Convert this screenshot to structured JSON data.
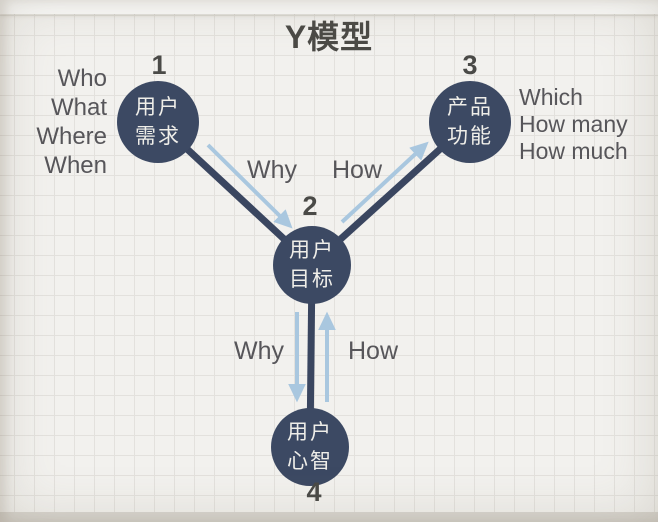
{
  "title": "Y模型",
  "colors": {
    "node": "#3c4963",
    "line": "#3a4660",
    "arrow": "#a9c7df",
    "gray_text": "#57565a",
    "grid_line": "#e3e1dd"
  },
  "nodes": [
    {
      "number": "1",
      "line1": "用户",
      "line2": "需求"
    },
    {
      "number": "2",
      "line1": "用户",
      "line2": "目标"
    },
    {
      "number": "3",
      "line1": "产品",
      "line2": "功能"
    },
    {
      "number": "4",
      "line1": "用户",
      "line2": "心智"
    }
  ],
  "edge_labels": {
    "upper_why": "Why",
    "upper_how": "How",
    "lower_why": "Why",
    "lower_how": "How"
  },
  "annotations": {
    "left": [
      "Who",
      "What",
      "Where",
      "When"
    ],
    "right": [
      "Which",
      "How many",
      "How much"
    ]
  }
}
